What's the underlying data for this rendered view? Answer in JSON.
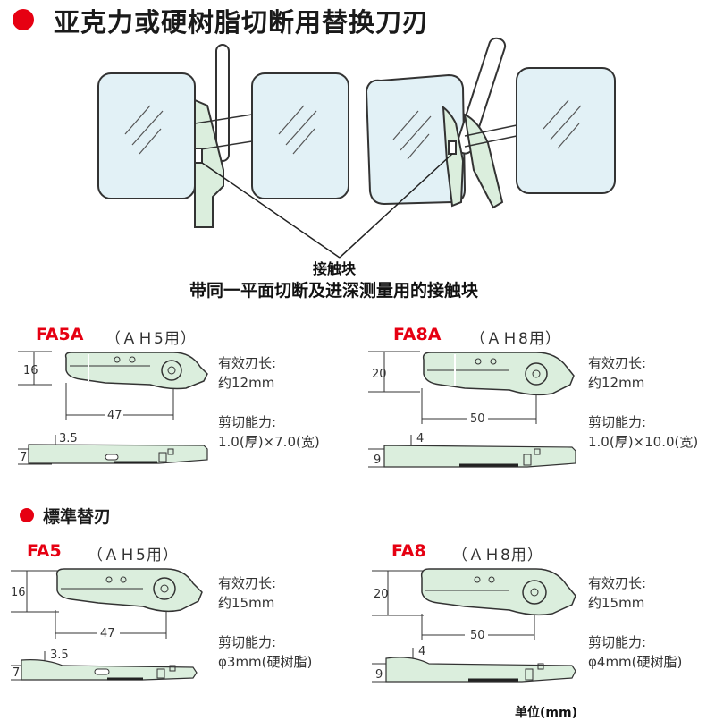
{
  "title": "亚克力或硬树脂切断用替换刀刃",
  "illustration": {
    "pointer_label": "接触块",
    "caption": "带同一平面切断及进深测量用的接触块"
  },
  "blades": [
    {
      "model": "FA5A",
      "paren": "（ＡＨ5用）",
      "dims": {
        "height": "16",
        "length": "47",
        "thickness": "7",
        "step": "3.5"
      },
      "spec1_label": "有效刃长:",
      "spec1_value": "约12mm",
      "spec2_label": "剪切能力:",
      "spec2_value": "1.0(厚)×7.0(宽)"
    },
    {
      "model": "FA8A",
      "paren": "（ＡＨ8用）",
      "dims": {
        "height": "20",
        "length": "50",
        "thickness": "9",
        "step": "4"
      },
      "spec1_label": "有效刃长:",
      "spec1_value": "约12mm",
      "spec2_label": "剪切能力:",
      "spec2_value": "1.0(厚)×10.0(宽)"
    },
    {
      "model": "FA5",
      "paren": "（ＡＨ5用）",
      "dims": {
        "height": "16",
        "length": "47",
        "thickness": "7",
        "step": "3.5"
      },
      "spec1_label": "有效刃长:",
      "spec1_value": "约15mm",
      "spec2_label": "剪切能力:",
      "spec2_value": "φ3mm(硬树脂)"
    },
    {
      "model": "FA8",
      "paren": "（ＡＨ8用）",
      "dims": {
        "height": "20",
        "length": "50",
        "thickness": "9",
        "step": "4"
      },
      "spec1_label": "有效刃长:",
      "spec1_value": "约15mm",
      "spec2_label": "剪切能力:",
      "spec2_value": "φ4mm(硬树脂)"
    }
  ],
  "standard_section": "標準替刃",
  "unit_note": "单位(mm)",
  "colors": {
    "accent": "#e60012",
    "blade_fill": "#dbeedd",
    "glass_fill": "#e2f1f6",
    "outline": "#333333"
  }
}
